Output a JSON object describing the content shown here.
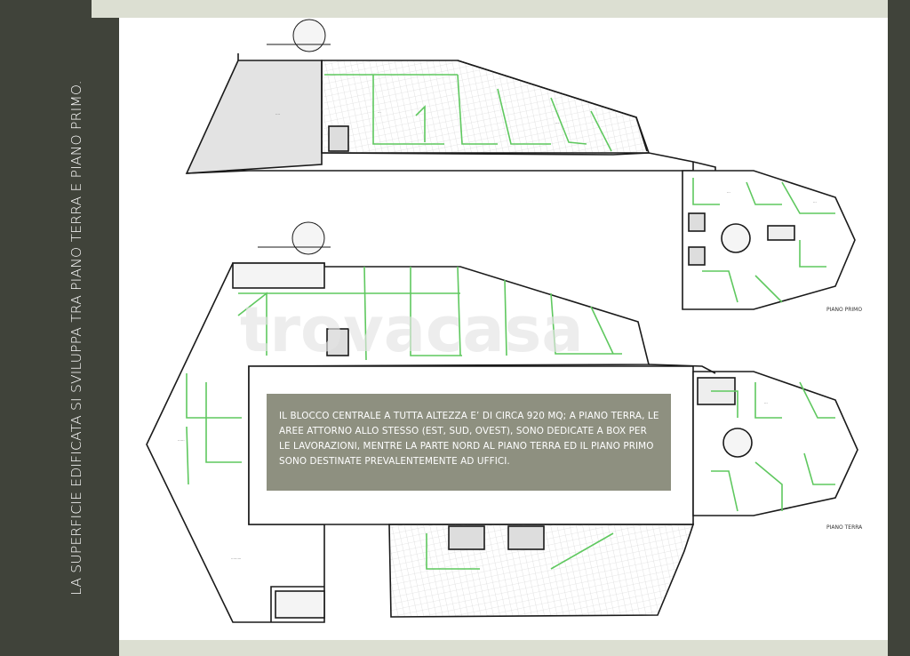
{
  "sidebar": {
    "vertical_text": "LA SUPERFICIE EDIFICATA SI SVILUPPA TRA PIANO TERRA E PIANO PRIMO."
  },
  "floor_labels": {
    "first": "PIANO PRIMO",
    "ground": "PIANO TERRA"
  },
  "watermark": "trovacasa",
  "note": {
    "text": "IL BLOCCO CENTRALE A TUTTA ALTEZZA E’ DI CIRCA 920 MQ; A PIANO TERRA, LE AREE ATTORNO ALLO STESSO (EST, SUD, OVEST), SONO DEDICATE A BOX PER LE LAVORAZIONI, MENTRE LA PARTE NORD AL PIANO TERRA ED IL PIANO PRIMO SONO DESTINATE PREVALENTEMENTE AD UFFICI."
  },
  "colors": {
    "background": "#40433a",
    "band": "#dcdfd2",
    "note_box": "#8e9080",
    "partition_green": "#5fc85f",
    "wall": "#1a1a1a"
  }
}
